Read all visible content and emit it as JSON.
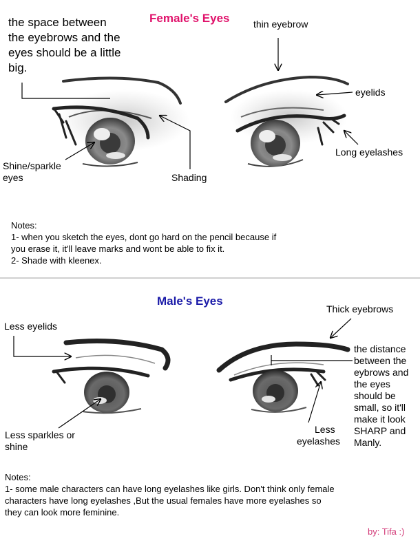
{
  "colors": {
    "female_title": "#e0126b",
    "male_title": "#1a1aa8",
    "credit": "#d23a78",
    "divider": "#cfcfcf"
  },
  "female": {
    "title": "Female's Eyes",
    "intro_lines": [
      "the space between",
      "the eyebrows and the",
      "eyes should be a little",
      "big."
    ],
    "labels": {
      "thin_eyebrow": "thin eyebrow",
      "eyelids": "eyelids",
      "long_eyelashes": "Long eyelashes",
      "shine_lines": [
        "Shine/sparkle",
        "eyes"
      ],
      "shading": "Shading"
    },
    "notes": {
      "heading": "Notes:",
      "lines": [
        "1- when you sketch the eyes, dont go hard on the pencil because if",
        "you erase it, it'll leave marks and wont be able to fix it.",
        "2- Shade with kleenex."
      ]
    }
  },
  "male": {
    "title": "Male's Eyes",
    "labels": {
      "less_eyelids": "Less eyelids",
      "thick_eyebrows": "Thick eyebrows",
      "distance_lines": [
        "the distance",
        "between the",
        "eybrows and",
        "the eyes",
        "should be",
        "small, so it'll",
        "make it look",
        "SHARP and",
        "Manly."
      ],
      "less_sparkles_lines": [
        "Less sparkles or",
        "shine"
      ],
      "less_eyelashes_lines": [
        "Less",
        "eyelashes"
      ]
    },
    "notes": {
      "heading": "Notes:",
      "lines": [
        "1- some male characters can have long eyelashes like girls. Don't think only female",
        "characters have long eyelashes ,But the usual females have more eyelashes so",
        "they can look more feminine."
      ]
    }
  },
  "credit": "by: Tifa :)"
}
